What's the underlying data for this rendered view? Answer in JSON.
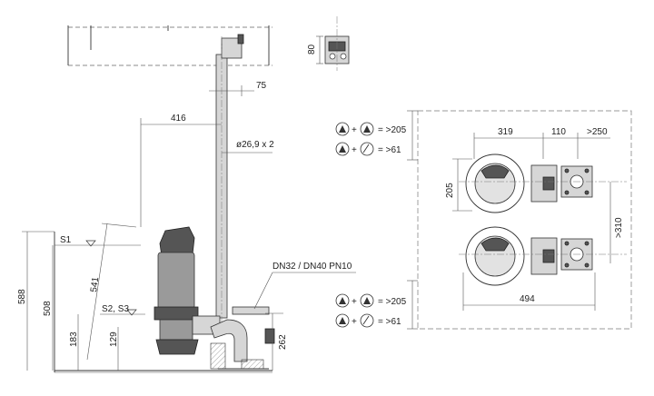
{
  "dimensions": {
    "d75": "75",
    "d80": "80",
    "d416": "416",
    "pipe": "ø26,9 x 2",
    "d588": "588",
    "d508": "508",
    "d541": "541",
    "d183": "183",
    "d129": "129",
    "d262": "262",
    "d319": "319",
    "d110": "110",
    "d250": ">250",
    "d205": "205",
    "d310": ">310",
    "d494": "494"
  },
  "labels": {
    "s1": "S1",
    "s2s3": "S2, S3",
    "outlet": "DN32 / DN40 PN10"
  },
  "legend": {
    "top": [
      {
        "plus": "+",
        "value": "= >205"
      },
      {
        "plus": "+",
        "value": "= >61"
      }
    ],
    "bottom": [
      {
        "plus": "+",
        "value": "= >205"
      },
      {
        "plus": "+",
        "value": "= >61"
      }
    ]
  }
}
